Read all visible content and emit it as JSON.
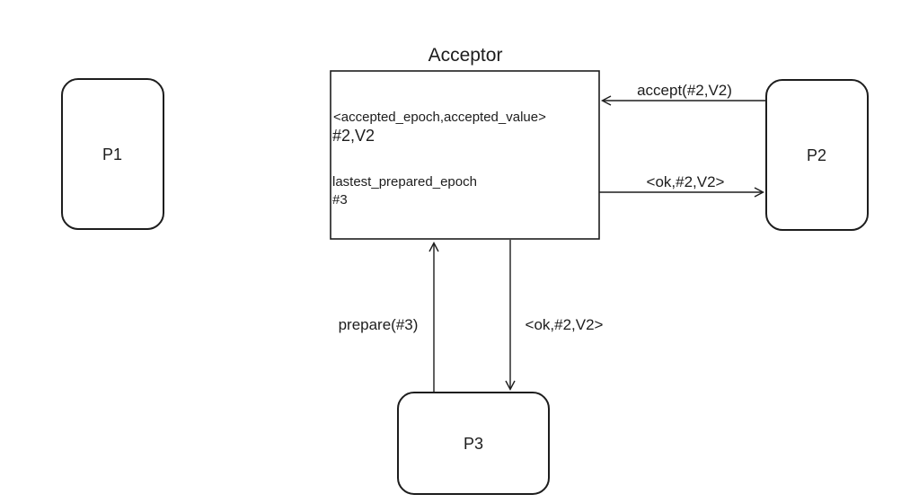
{
  "diagram": {
    "title": "Acceptor",
    "background": "#ffffff",
    "line_color": "#1d1d1d",
    "text_color": "#1d1d1d",
    "acceptor": {
      "fields": [
        {
          "label": "<accepted_epoch,accepted_value>",
          "value": "#2,V2",
          "label_color": "#51606f",
          "value_color": "#2a2e34"
        },
        {
          "label": "lastest_prepared_epoch",
          "value": "#3",
          "label_color": "#51606f",
          "value_color": "#51606f"
        }
      ]
    },
    "nodes": [
      {
        "label": "P1"
      },
      {
        "label": "P2"
      },
      {
        "label": "P3"
      }
    ],
    "messages": [
      {
        "label": "accept(#2,V2)",
        "from": "P2",
        "to": "Acceptor",
        "direction": "left"
      },
      {
        "label": "<ok,#2,V2>",
        "from": "Acceptor",
        "to": "P2",
        "direction": "right"
      },
      {
        "label": "prepare(#3)",
        "from": "P3",
        "to": "Acceptor",
        "direction": "up"
      },
      {
        "label": "<ok,#2,V2>",
        "from": "Acceptor",
        "to": "P3",
        "direction": "down"
      }
    ]
  }
}
